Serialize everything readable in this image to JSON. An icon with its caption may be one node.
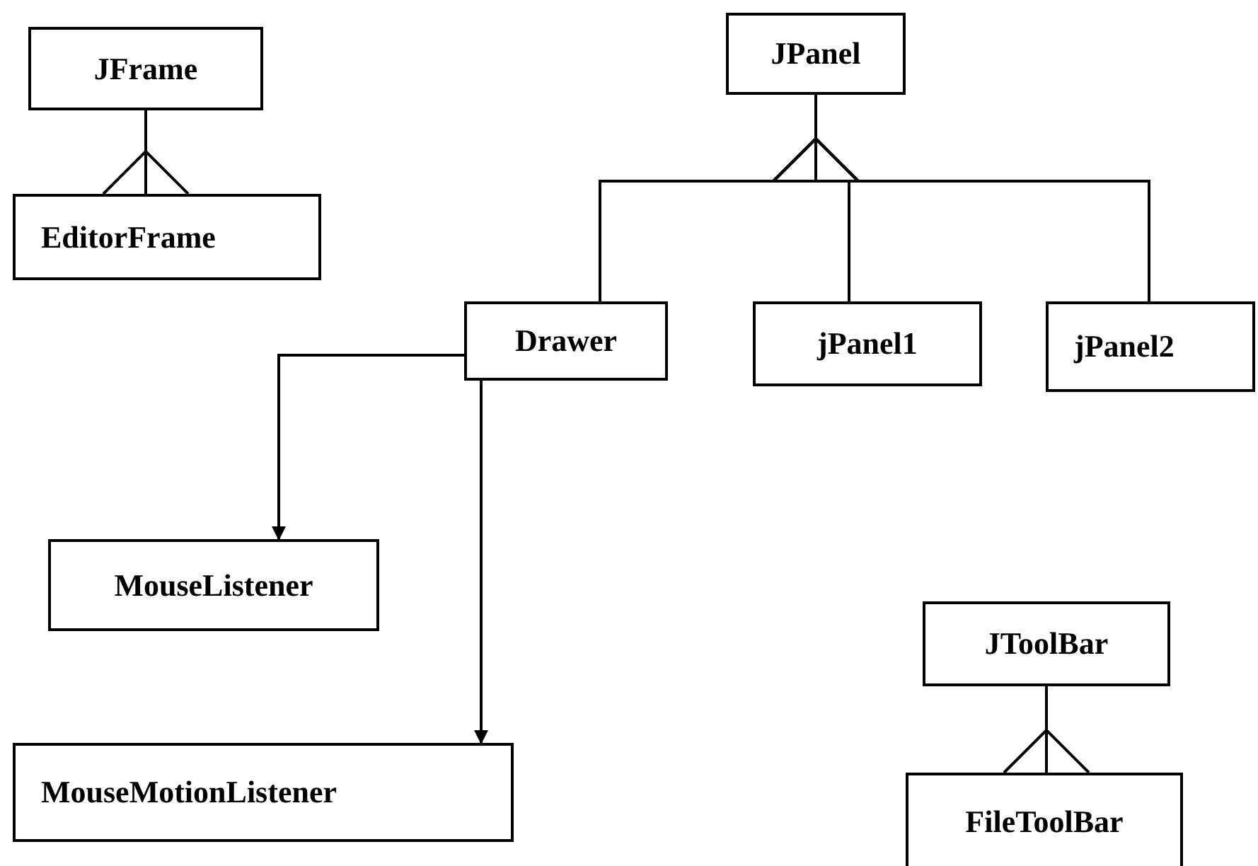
{
  "diagram": {
    "nodes": [
      {
        "text": [
          "JFrame"
        ]
      },
      {
        "text": [
          "EditorFrame"
        ]
      },
      {
        "text": [
          "JPanel"
        ]
      },
      {
        "text": [
          "Drawer"
        ]
      },
      {
        "text": [
          "jPanel1"
        ]
      },
      {
        "text": [
          "jPanel2"
        ]
      },
      {
        "text": [
          "MouseListener"
        ]
      },
      {
        "text": [
          "MouseMotionListener"
        ]
      },
      {
        "text": [
          "JToolBar"
        ]
      },
      {
        "text": [
          "FileToolBar"
        ]
      }
    ],
    "edges": [
      {
        "from": 0,
        "to": 1,
        "arrow": "other"
      },
      {
        "from": 2,
        "to": 3,
        "arrow": "other"
      },
      {
        "from": 2,
        "to": 4,
        "arrow": "other"
      },
      {
        "from": 2,
        "to": 5,
        "arrow": "other"
      },
      {
        "from": 3,
        "to": 6,
        "arrow": "to"
      },
      {
        "from": 3,
        "to": 7,
        "arrow": "to"
      },
      {
        "from": 8,
        "to": 9,
        "arrow": "other"
      }
    ]
  }
}
